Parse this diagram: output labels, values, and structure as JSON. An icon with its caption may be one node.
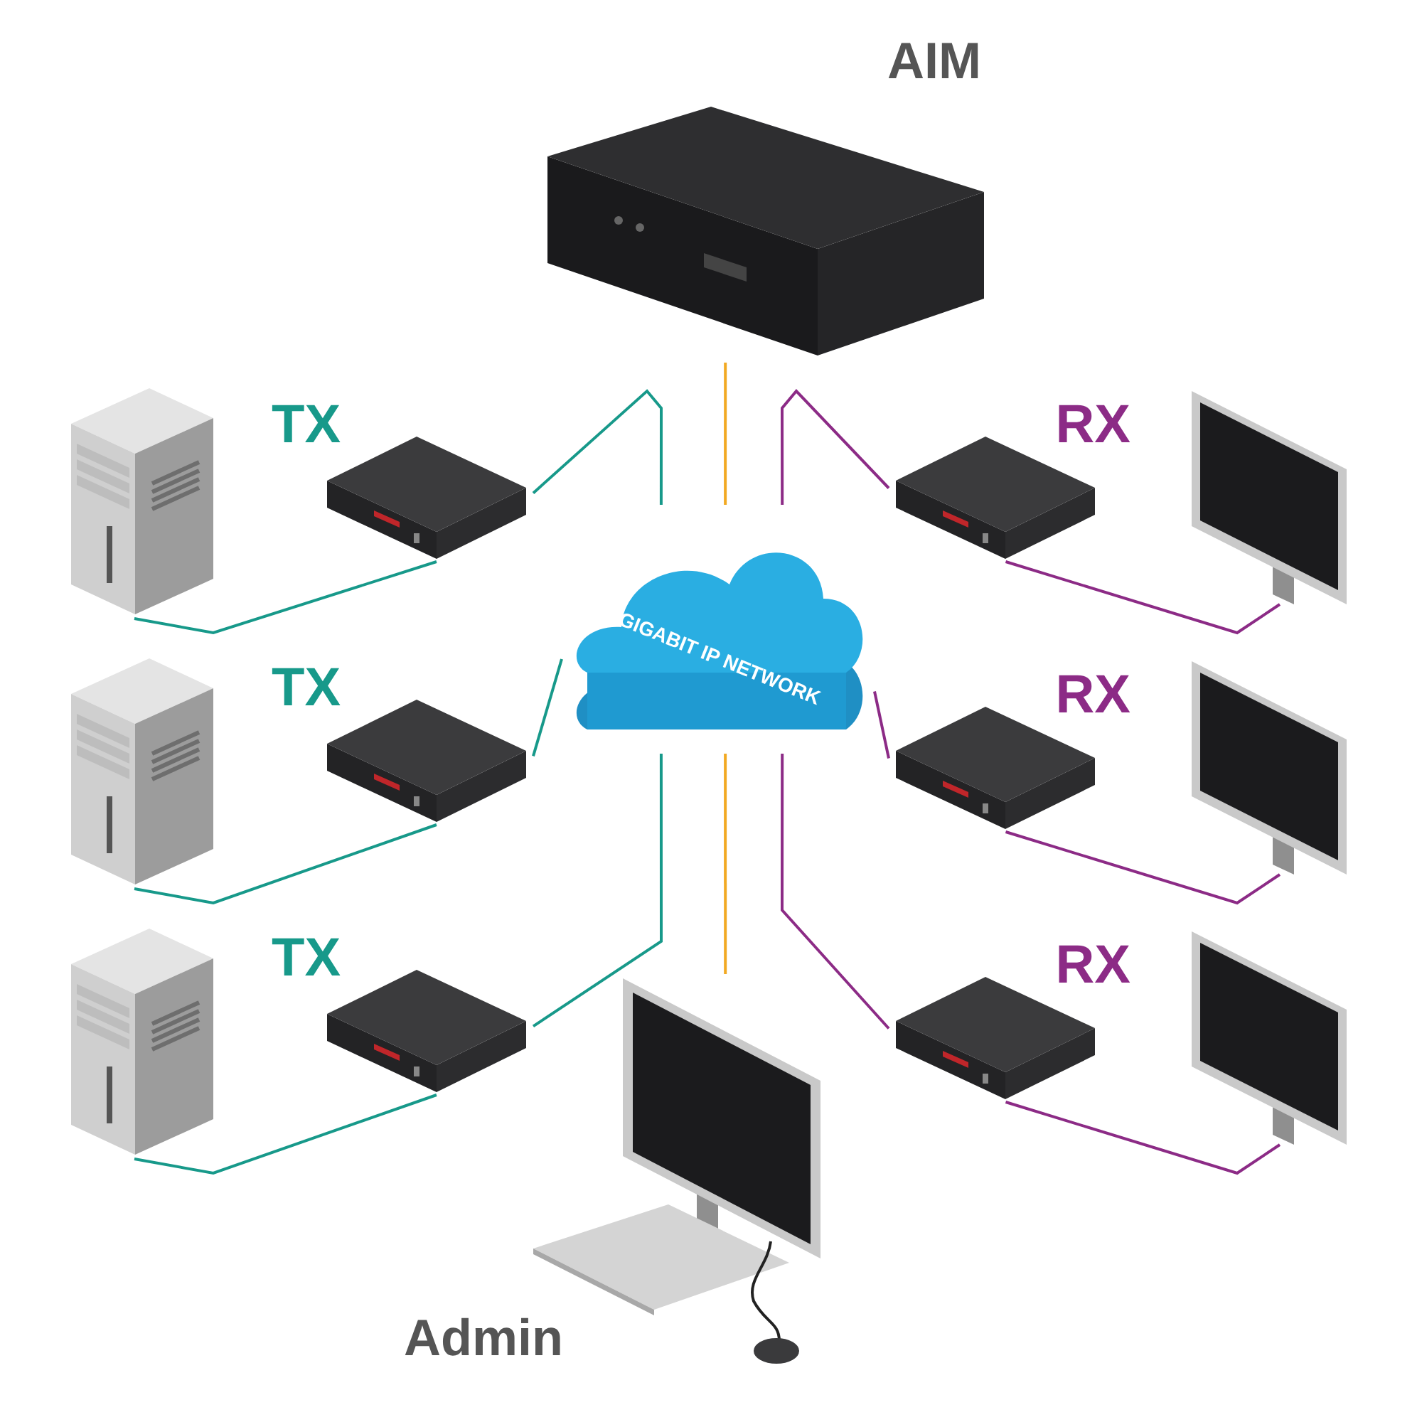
{
  "diagram": {
    "nodes": [
      {
        "text": [
          "AIM"
        ]
      },
      {
        "text": [
          "GIGABIT IP NETWORK"
        ]
      },
      {
        "text": [
          "TX"
        ]
      },
      {
        "text": [
          "TX"
        ]
      },
      {
        "text": [
          "TX"
        ]
      },
      {
        "text": [
          "RX"
        ]
      },
      {
        "text": [
          "RX"
        ]
      },
      {
        "text": [
          "RX"
        ]
      },
      {
        "text": [],
        "shape": "picture"
      },
      {
        "text": [],
        "shape": "picture"
      },
      {
        "text": [],
        "shape": "picture"
      },
      {
        "text": [],
        "shape": "picture"
      },
      {
        "text": [],
        "shape": "picture"
      },
      {
        "text": [],
        "shape": "picture"
      },
      {
        "text": [
          "Admin"
        ]
      }
    ],
    "edges": [
      {
        "from": 0,
        "to": 1,
        "arrow": "none",
        "color": "#f2a922"
      },
      {
        "from": 1,
        "to": 14,
        "arrow": "none",
        "color": "#f2a922"
      },
      {
        "from": 8,
        "to": 2,
        "arrow": "none",
        "color": "#17998a"
      },
      {
        "from": 9,
        "to": 3,
        "arrow": "none",
        "color": "#17998a"
      },
      {
        "from": 10,
        "to": 4,
        "arrow": "none",
        "color": "#17998a"
      },
      {
        "from": 2,
        "to": 1,
        "arrow": "none",
        "color": "#17998a"
      },
      {
        "from": 3,
        "to": 1,
        "arrow": "none",
        "color": "#17998a"
      },
      {
        "from": 4,
        "to": 1,
        "arrow": "none",
        "color": "#17998a"
      },
      {
        "from": 1,
        "to": 5,
        "arrow": "none",
        "color": "#8c2b86"
      },
      {
        "from": 1,
        "to": 6,
        "arrow": "none",
        "color": "#8c2b86"
      },
      {
        "from": 1,
        "to": 7,
        "arrow": "none",
        "color": "#8c2b86"
      },
      {
        "from": 5,
        "to": 11,
        "arrow": "none",
        "color": "#8c2b86"
      },
      {
        "from": 6,
        "to": 12,
        "arrow": "none",
        "color": "#8c2b86"
      },
      {
        "from": 7,
        "to": 13,
        "arrow": "none",
        "color": "#8c2b86"
      }
    ]
  }
}
